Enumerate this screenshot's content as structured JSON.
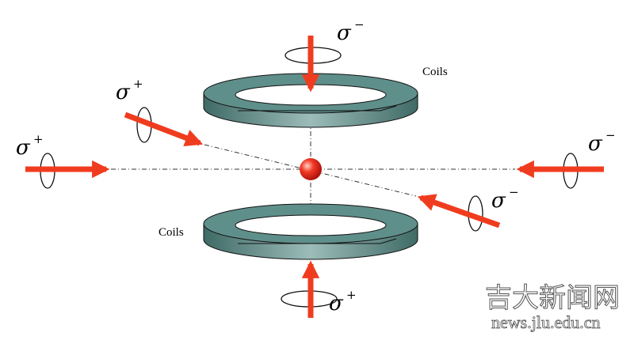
{
  "labels": {
    "sigma": "σ",
    "minus": "−",
    "plus": "+",
    "coils_top": "Coils",
    "coils_bottom": "Coils"
  },
  "watermark": {
    "chinese": "吉大新闻网",
    "url": "news.jlu.edu.cn"
  },
  "colors": {
    "beam": "#f03c1e",
    "coil": "#4e7d78",
    "atom": "#e8201a"
  }
}
